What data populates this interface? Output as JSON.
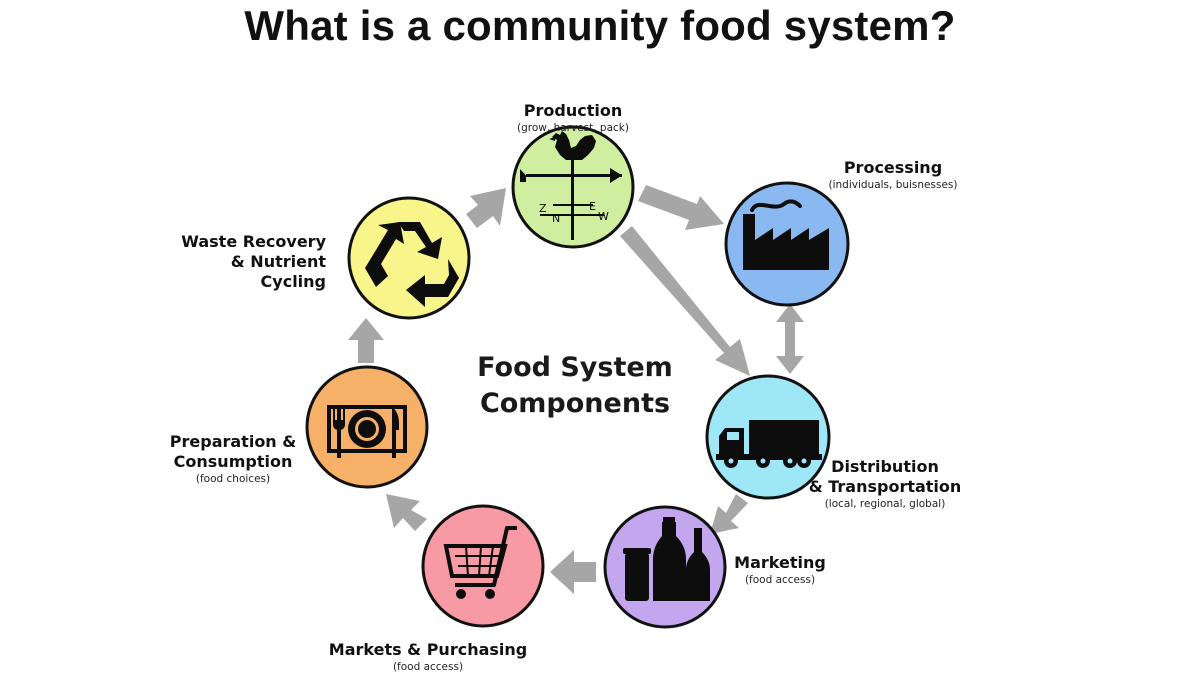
{
  "title": "What is a community food system?",
  "center": {
    "line1": "Food System",
    "line2": "Components"
  },
  "colors": {
    "arrow": "#a6a6a6",
    "icon": "#0d0d0d",
    "outline": "#111111"
  },
  "components": [
    {
      "id": "production",
      "label": "Production",
      "sub": "(grow, harvest, pack)",
      "icon": "weathervane-icon",
      "color": "#cfeea0"
    },
    {
      "id": "processing",
      "label": "Processing",
      "sub": "(individuals, buisnesses)",
      "icon": "factory-icon",
      "color": "#8ab8f0"
    },
    {
      "id": "distribution",
      "label_line1": "Distribution",
      "label_line2": "& Transportation",
      "sub": "(local, regional, global)",
      "icon": "truck-icon",
      "color": "#9ee7f7"
    },
    {
      "id": "marketing",
      "label": "Marketing",
      "sub": "(food access)",
      "icon": "bottles-icon",
      "color": "#c2a7ef"
    },
    {
      "id": "markets",
      "label": "Markets & Purchasing",
      "sub": "(food access)",
      "icon": "shopping-cart-icon",
      "color": "#f79aa3"
    },
    {
      "id": "preparation",
      "label_line1": "Preparation &",
      "label_line2": "Consumption",
      "sub": "(food choices)",
      "icon": "plate-utensils-icon",
      "color": "#f7b067"
    },
    {
      "id": "waste",
      "label_line1": "Waste Recovery",
      "label_line2": "& Nutrient Cycling",
      "icon": "recycle-icon",
      "color": "#f8f58a"
    }
  ]
}
